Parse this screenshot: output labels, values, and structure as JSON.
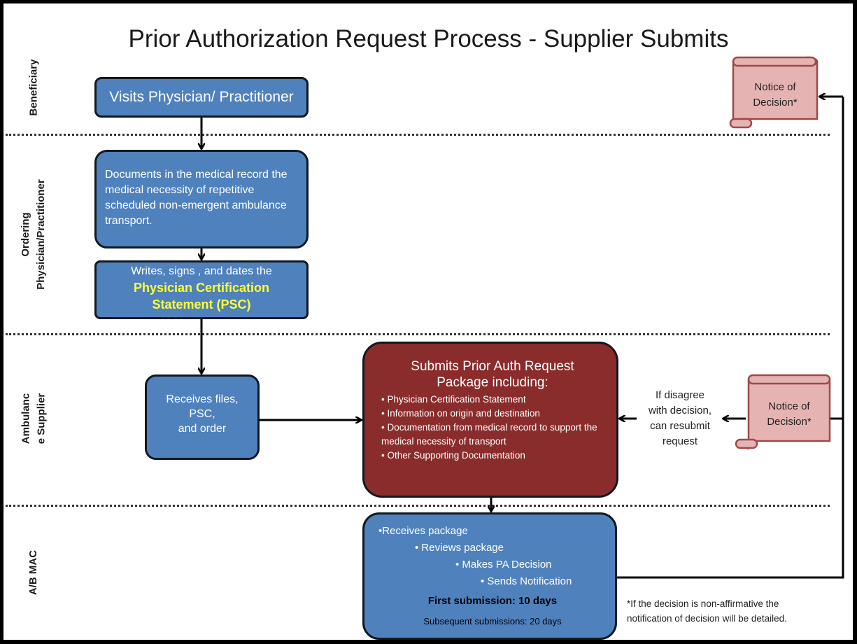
{
  "title": "Prior Authorization Request Process - Supplier Submits",
  "lanes": {
    "beneficiary": "Beneficiary",
    "ordering_line1": "Ordering",
    "ordering_line2": "Physician/Practitioner",
    "ambulance_line1": "Ambulanc",
    "ambulance_line2": "e Supplier",
    "mac": "A/B MAC"
  },
  "boxes": {
    "visits": "Visits Physician/ Practitioner",
    "documents": "Documents in the medical record the medical necessity of repetitive scheduled non-emergent ambulance transport.",
    "writes_intro": "Writes, signs , and dates the",
    "writes_psc": "Physician Certification Statement (PSC)",
    "receives_line1": "Receives files,",
    "receives_line2": "PSC,",
    "receives_line3": "and order",
    "submit_title_line1": "Submits Prior Auth Request",
    "submit_title_line2": "Package including:",
    "submit_items": [
      "• Physician Certification Statement",
      "• Information on origin and destination",
      "• Documentation from medical record to support the medical necessity of transport",
      "• Other Supporting Documentation"
    ],
    "mac_items": [
      "•Receives package",
      "• Reviews package",
      "• Makes PA Decision",
      "• Sends Notification"
    ],
    "first_submission": "First submission: 10 days",
    "subsequent_submission": "Subsequent submissions: 20 days"
  },
  "notices": {
    "top_line1": "Notice of",
    "top_line2": "Decision*",
    "bottom_line1": "Notice of",
    "bottom_line2": "Decision*"
  },
  "disagree": {
    "line1": "If disagree",
    "line2": "with decision,",
    "line3": "can resubmit",
    "line4": "request"
  },
  "footnote": {
    "line1": "*If the decision is non-affirmative the",
    "line2": "notification of decision will be detailed."
  },
  "colors": {
    "blue_box": "#4f81bd",
    "red_box": "#8b2c2c",
    "scroll": "#e6b3b3",
    "scroll_border": "#a04848",
    "highlight": "#ffff33"
  }
}
